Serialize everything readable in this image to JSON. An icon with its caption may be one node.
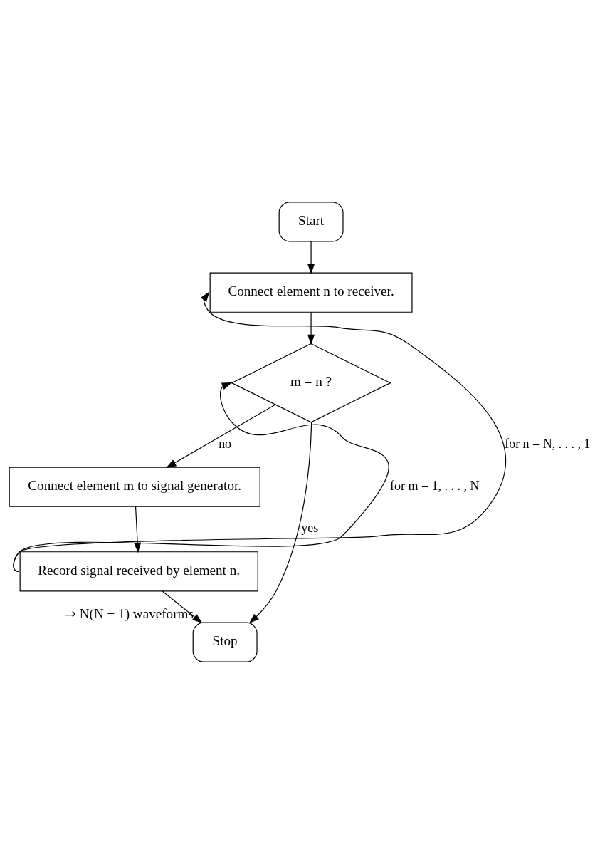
{
  "diagram": {
    "nodes": [
      {
        "text": [
          "Start"
        ]
      },
      {
        "text": [
          "Connect element n to receiver."
        ]
      },
      {
        "text": [
          "m = n ?"
        ]
      },
      {
        "text": [
          "Connect element m to signal generator."
        ]
      },
      {
        "text": [
          "Record signal received by element n."
        ]
      },
      {
        "text": [
          "Stop"
        ],
        "beside": [
          "⇒ N(N − 1) waveforms"
        ]
      }
    ],
    "edges": [
      {
        "from": 0,
        "to": 1,
        "arrow": "to"
      },
      {
        "from": 1,
        "to": 2,
        "arrow": "to"
      },
      {
        "from": 2,
        "to": 3,
        "arrow": "to",
        "label": "no"
      },
      {
        "from": 3,
        "to": 4,
        "arrow": "to"
      },
      {
        "from": 2,
        "to": 5,
        "arrow": "to",
        "label": "yes"
      },
      {
        "from": 4,
        "to": 5,
        "arrow": "to"
      },
      {
        "from": 4,
        "to": 2,
        "arrow": "to",
        "label": "for m = 1, . . . , N"
      },
      {
        "from": 4,
        "to": 1,
        "arrow": "to",
        "label": "for n = N, . . . , 1"
      }
    ]
  }
}
